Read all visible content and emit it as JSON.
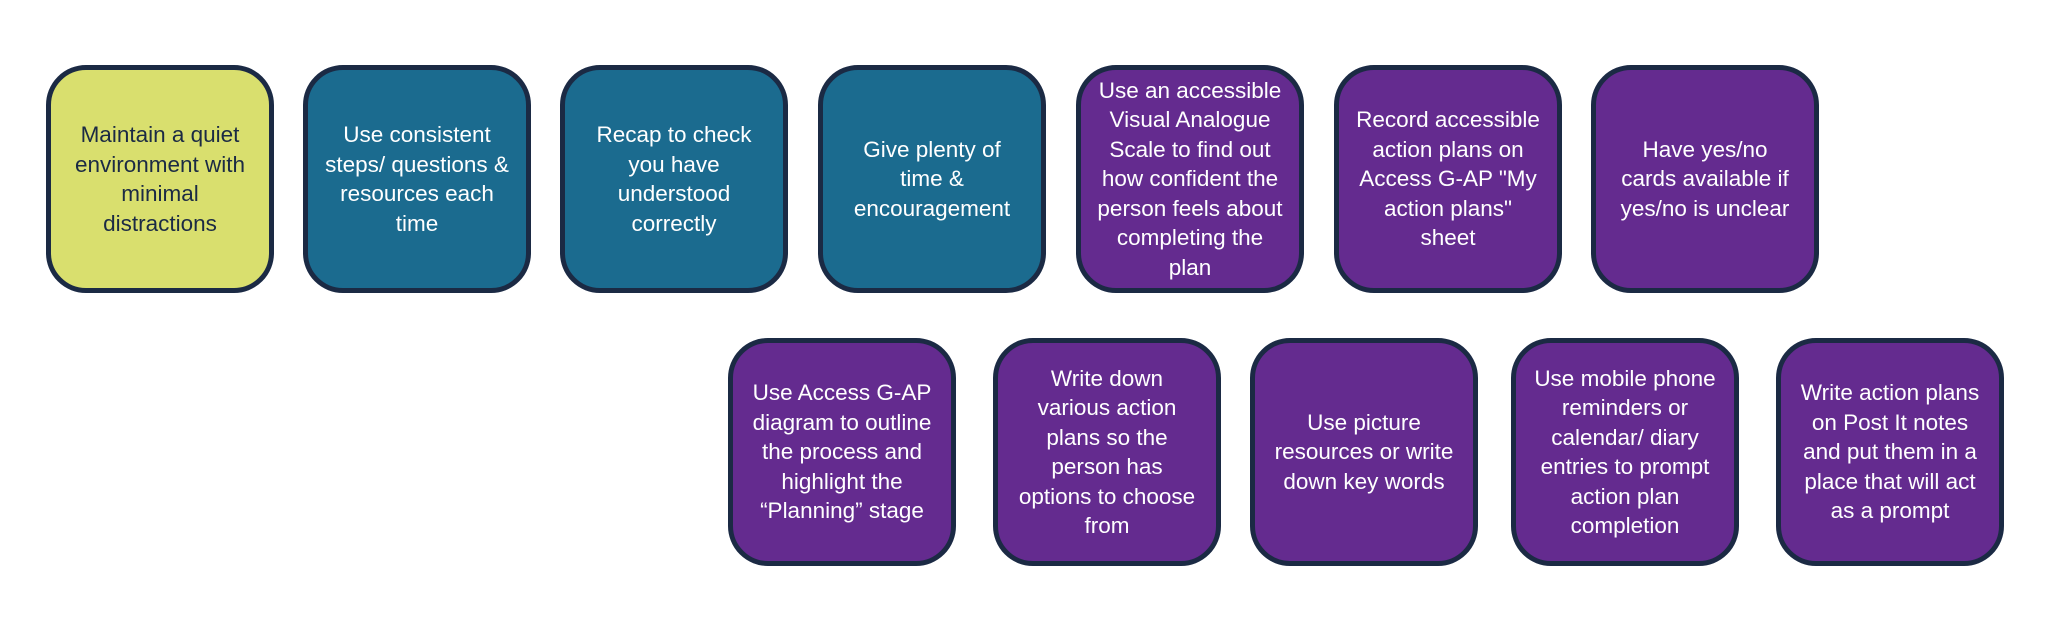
{
  "colors": {
    "yellow": "#d9df6e",
    "teal": "#1b6b8f",
    "purple": "#642b8f",
    "border": "#1b2a44"
  },
  "row1": [
    {
      "text": "Maintain a quiet environment with minimal distractions",
      "color": "yellow"
    },
    {
      "text": "Use consistent steps/ questions & resources each time",
      "color": "teal"
    },
    {
      "text": "Recap to check you have understood correctly",
      "color": "teal"
    },
    {
      "text": "Give plenty of time & encouragement",
      "color": "teal"
    },
    {
      "text": "Use an accessible Visual Analogue Scale to find out how confident the person feels about completing the plan",
      "color": "purple"
    },
    {
      "text": "Record accessible action plans on Access G-AP \"My action plans\" sheet",
      "color": "purple"
    },
    {
      "text": "Have yes/no cards available if yes/no is unclear",
      "color": "purple"
    }
  ],
  "row2": [
    {
      "text": "Use Access G-AP diagram to outline the process and highlight the “Planning” stage",
      "color": "purple"
    },
    {
      "text": "Write down various action plans so the person has options to choose from",
      "color": "purple"
    },
    {
      "text": "Use picture resources or write down key words",
      "color": "purple"
    },
    {
      "text": "Use mobile phone reminders or calendar/ diary entries to prompt action plan completion",
      "color": "purple"
    },
    {
      "text": "Write action plans on Post It notes and put them in a place that will act as a prompt",
      "color": "purple"
    }
  ]
}
